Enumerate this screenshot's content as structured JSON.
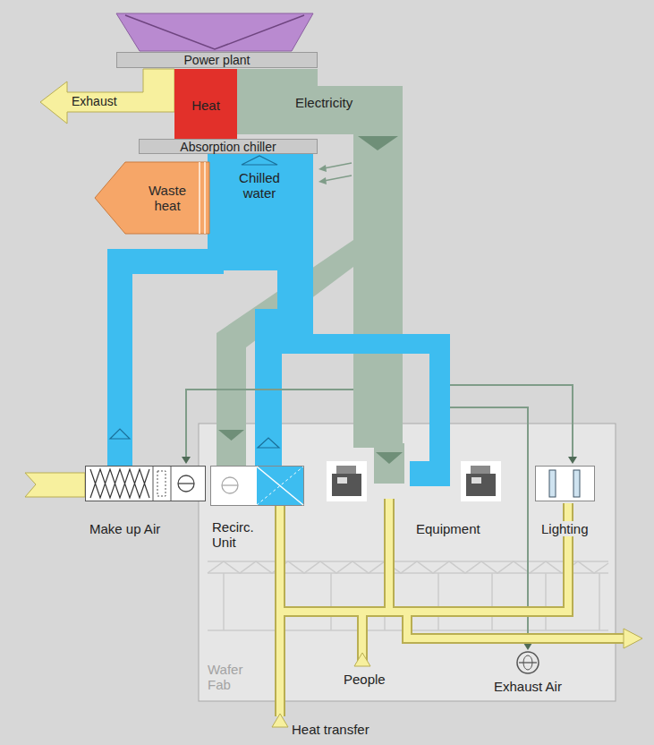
{
  "diagram": {
    "nodes": [
      {
        "text": [
          "Power plant"
        ]
      },
      {
        "text": [
          "Heat"
        ]
      },
      {
        "text": [
          "Absorption chiller"
        ]
      },
      {
        "text": [
          "Waste heat"
        ]
      },
      {
        "text": [
          "Make up Air"
        ]
      },
      {
        "text": [
          "Wafer Fab"
        ]
      },
      {
        "text": [
          "Recirc. Unit"
        ],
        "in": 5
      },
      {
        "text": [
          "Lighting"
        ],
        "in": 5
      },
      {
        "text": [
          "Exhaust Air"
        ],
        "in": 5
      }
    ],
    "labels": [
      "Exhaust",
      "Electricity",
      "Chilled water",
      "Equipment",
      "People",
      "Heat transfer"
    ]
  }
}
